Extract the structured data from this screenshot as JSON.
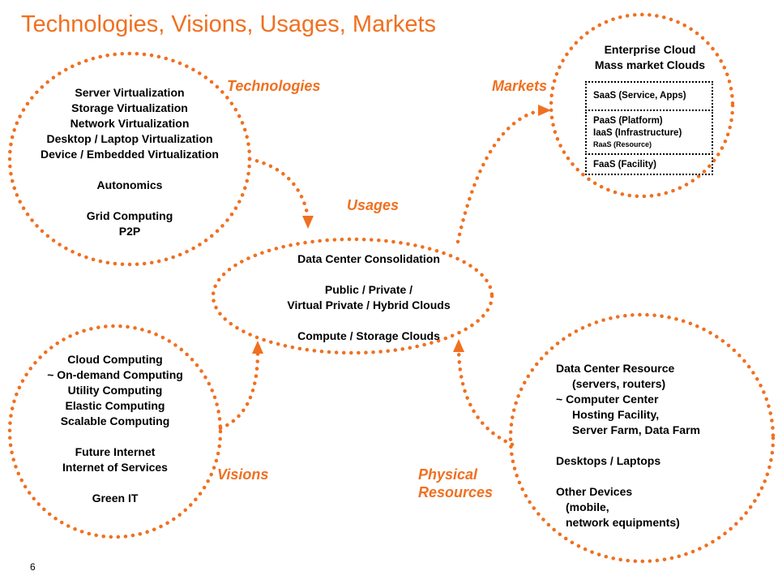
{
  "title": "Technologies, Visions, Usages, Markets",
  "labels": {
    "technologies": "Technologies",
    "markets": "Markets",
    "usages": "Usages",
    "visions": "Visions",
    "physical_1": "Physical",
    "physical_2": "Resources"
  },
  "technologies": [
    "Server Virtualization",
    "Storage Virtualization",
    "Network Virtualization",
    "Desktop / Laptop Virtualization",
    "Device / Embedded Virtualization",
    "",
    "Autonomics",
    "",
    "Grid Computing",
    "P2P"
  ],
  "visions": [
    "Cloud Computing",
    "~ On-demand Computing",
    "Utility Computing",
    "Elastic Computing",
    "Scalable Computing",
    "",
    "Future Internet",
    "Internet of Services",
    "",
    "Green IT"
  ],
  "usages": [
    "Data Center Consolidation",
    "",
    "Public / Private /",
    "Virtual Private / Hybrid Clouds",
    "",
    "Compute / Storage Clouds"
  ],
  "markets": {
    "title_1": "Enterprise Cloud",
    "title_2": "Mass market Clouds",
    "saas": "SaaS (Service, Apps)",
    "paas": "PaaS (Platform)",
    "iaas": "IaaS (Infrastructure)",
    "raas": "RaaS (Resource)",
    "faas": "FaaS (Facility)"
  },
  "physical": [
    "Data Center Resource",
    "    (servers, routers)",
    "~  Computer Center",
    "    Hosting Facility,",
    "    Server Farm, Data Farm",
    "",
    "Desktops / Laptops",
    "",
    "Other Devices",
    "   (mobile,",
    "   network equipments)"
  ],
  "page_number": "6",
  "colors": {
    "accent": "#f07020",
    "text": "#000000"
  }
}
